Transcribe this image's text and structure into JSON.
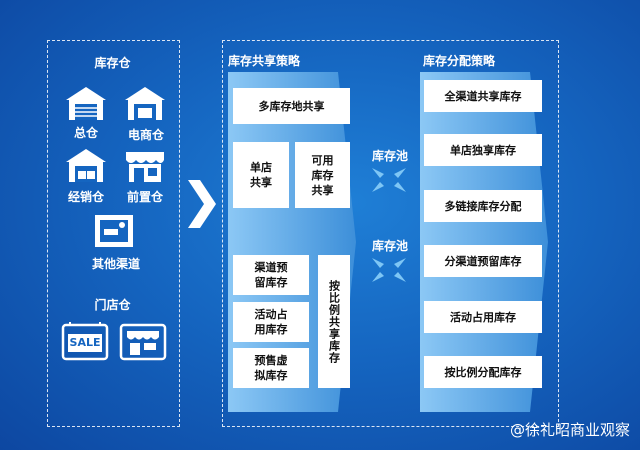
{
  "warehouse": {
    "title": "库存仓",
    "items": [
      "总仓",
      "电商仓",
      "经销仓",
      "前置仓",
      "其他渠道"
    ],
    "store_title": "门店仓",
    "sale_sign": "SALE"
  },
  "sharing": {
    "title": "库存共享策略",
    "boxes": [
      "多库存地共享",
      "单店\n共享",
      "可用\n库存\n共享",
      "渠道预\n留库存",
      "活动占\n用库存",
      "预售虚\n拟库存",
      "按比例共享库存"
    ]
  },
  "pools": [
    "库存池",
    "库存池"
  ],
  "allocation": {
    "title": "库存分配策略",
    "items": [
      "全渠道共享库存",
      "单店独享库存",
      "多链接库存分配",
      "分渠道预留库存",
      "活动占用库存",
      "按比例分配库存"
    ]
  },
  "watermark": "@徐礼昭商业观察",
  "colors": {
    "bg": "#1565c0",
    "box": "#ffffff",
    "strip": "#6eb6f0"
  }
}
